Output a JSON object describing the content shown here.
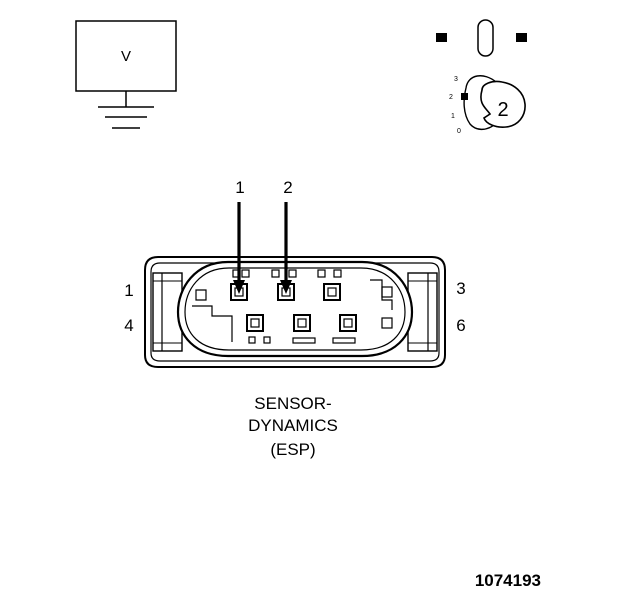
{
  "voltmeter": {
    "symbol": "V"
  },
  "switch": {
    "positions": [
      "3",
      "2",
      "1",
      "0"
    ],
    "selected": "2"
  },
  "probes": {
    "probe_1": "1",
    "probe_2": "2"
  },
  "connector": {
    "pin_left_top": "1",
    "pin_left_bottom": "4",
    "pin_right_top": "3",
    "pin_right_bottom": "6"
  },
  "label": {
    "line1": "SENSOR-",
    "line2": "DYNAMICS",
    "line3": "(ESP)"
  },
  "figure_number": "1074193"
}
